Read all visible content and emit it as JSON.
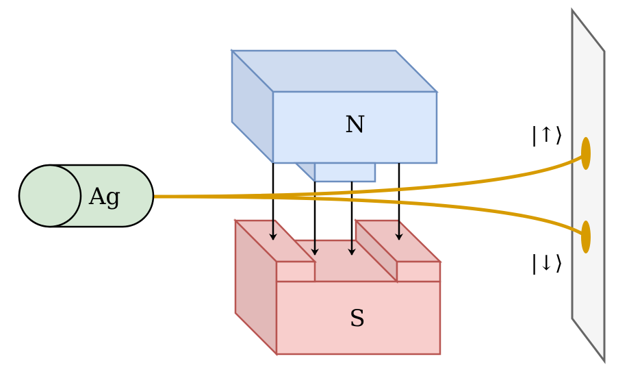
{
  "labels": {
    "source": "Ag",
    "north_pole": "N",
    "south_pole": "S",
    "spin_up": "|↑⟩",
    "spin_down": "|↓⟩"
  },
  "colors": {
    "source_fill": "#d5e8d4",
    "source_stroke": "#000000",
    "north_front": "#dae8fc",
    "north_top": "#cfdcf0",
    "north_side": "#c5d3ea",
    "north_stroke": "#6c8ebf",
    "south_front": "#f8cecc",
    "south_top": "#eec4c3",
    "south_side": "#e2b9b8",
    "south_stroke": "#b85450",
    "beam": "#d79b00",
    "screen_fill": "#f5f5f5",
    "screen_stroke": "#666666",
    "field_arrow": "#000000"
  }
}
